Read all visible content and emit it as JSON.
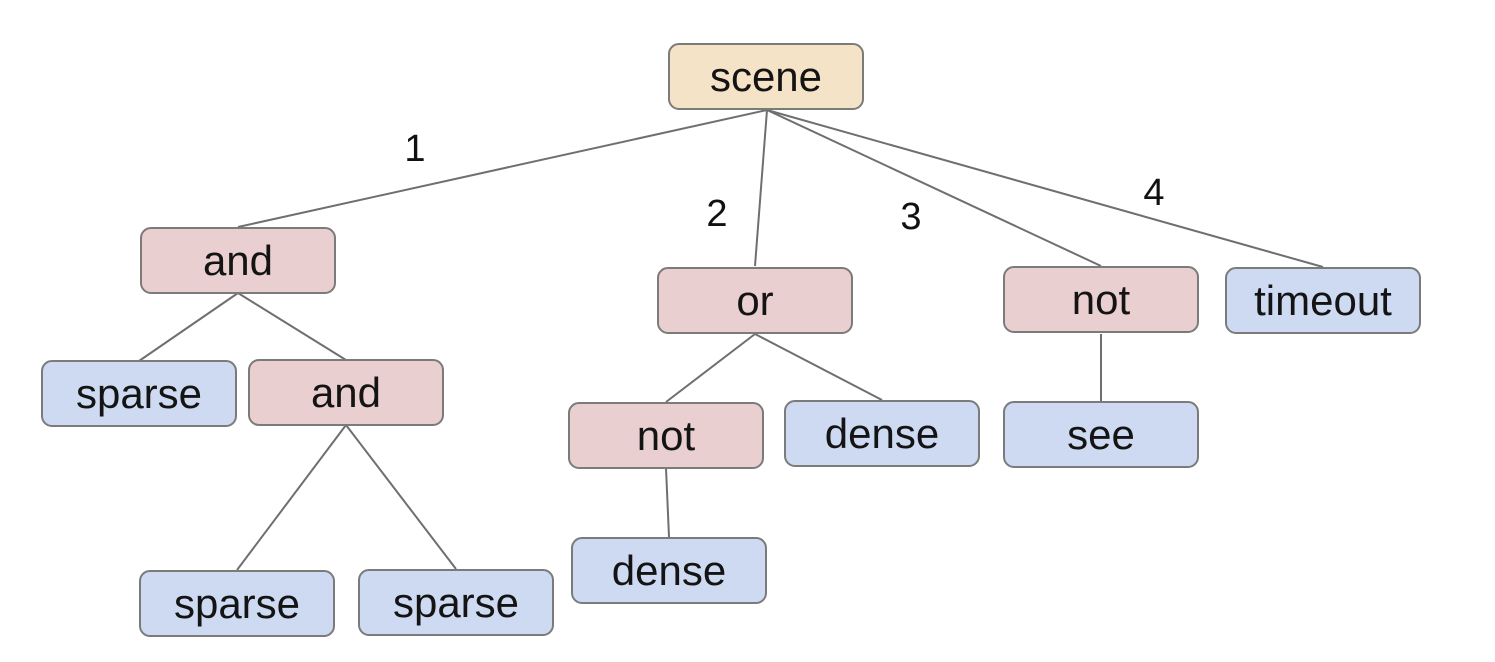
{
  "diagram": {
    "type": "tree",
    "background": "#ffffff",
    "colors": {
      "root_fill": "#f5e3c7",
      "operator_fill": "#e9cfcf",
      "leaf_fill": "#cedaf2",
      "node_border": "#7b7b7b",
      "edge_line": "#6f6f6f",
      "text": "#141414"
    },
    "nodes": {
      "scene": {
        "label": "scene",
        "role": "root"
      },
      "and1": {
        "label": "and",
        "role": "operator"
      },
      "or1": {
        "label": "or",
        "role": "operator"
      },
      "not1": {
        "label": "not",
        "role": "operator"
      },
      "timeout1": {
        "label": "timeout",
        "role": "leaf"
      },
      "sparse1": {
        "label": "sparse",
        "role": "leaf"
      },
      "and2": {
        "label": "and",
        "role": "operator"
      },
      "not2": {
        "label": "not",
        "role": "operator"
      },
      "dense1": {
        "label": "dense",
        "role": "leaf"
      },
      "see1": {
        "label": "see",
        "role": "leaf"
      },
      "sparse2": {
        "label": "sparse",
        "role": "leaf"
      },
      "sparse3": {
        "label": "sparse",
        "role": "leaf"
      },
      "dense2": {
        "label": "dense",
        "role": "leaf"
      }
    },
    "edges": [
      {
        "from": "scene",
        "to": "and1",
        "label": "1"
      },
      {
        "from": "scene",
        "to": "or1",
        "label": "2"
      },
      {
        "from": "scene",
        "to": "not1",
        "label": "3"
      },
      {
        "from": "scene",
        "to": "timeout1",
        "label": "4"
      },
      {
        "from": "and1",
        "to": "sparse1",
        "label": ""
      },
      {
        "from": "and1",
        "to": "and2",
        "label": ""
      },
      {
        "from": "and2",
        "to": "sparse2",
        "label": ""
      },
      {
        "from": "and2",
        "to": "sparse3",
        "label": ""
      },
      {
        "from": "or1",
        "to": "not2",
        "label": ""
      },
      {
        "from": "or1",
        "to": "dense1",
        "label": ""
      },
      {
        "from": "not2",
        "to": "dense2",
        "label": ""
      },
      {
        "from": "not1",
        "to": "see1",
        "label": ""
      }
    ]
  }
}
